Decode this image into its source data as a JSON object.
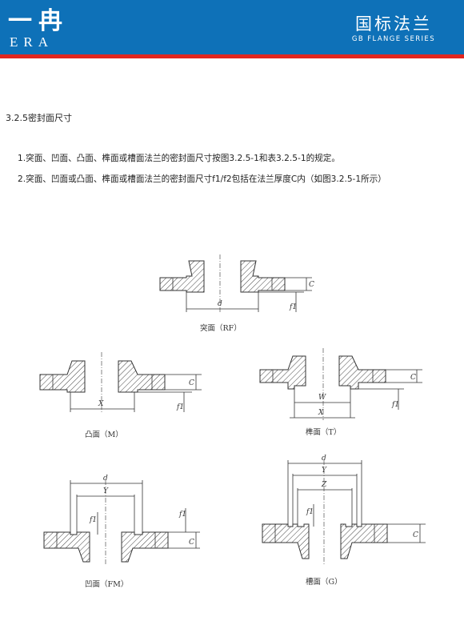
{
  "header": {
    "logo_cn": "一冉",
    "logo_en": "ERA",
    "title_cn": "国标法兰",
    "title_en": "GB FLANGE SERIES"
  },
  "section_title": "3.2.5密封面尺寸",
  "paragraphs": [
    "1.突面、凹面、凸面、榫面或槽面法兰的密封面尺寸按图3.2.5-1和表3.2.5-1的规定。",
    "2.突面、凹面或凸面、榫面或槽面法兰的密封面尺寸f1/f2包括在法兰厚度C内（如图3.2.5-1所示）"
  ],
  "figures": {
    "rf": {
      "caption": "突面（RF）",
      "labels": [
        "d",
        "C",
        "f1"
      ]
    },
    "m": {
      "caption": "凸面（M）",
      "labels": [
        "X",
        "C",
        "f1"
      ]
    },
    "t": {
      "caption": "榫面（T）",
      "labels": [
        "W",
        "X",
        "C",
        "f1"
      ]
    },
    "fm": {
      "caption": "凹面（FM）",
      "labels": [
        "d",
        "Y",
        "f1",
        "f1",
        "C"
      ]
    },
    "g": {
      "caption": "槽面（G）",
      "labels": [
        "d",
        "Y",
        "Z",
        "f1",
        "C"
      ]
    }
  }
}
